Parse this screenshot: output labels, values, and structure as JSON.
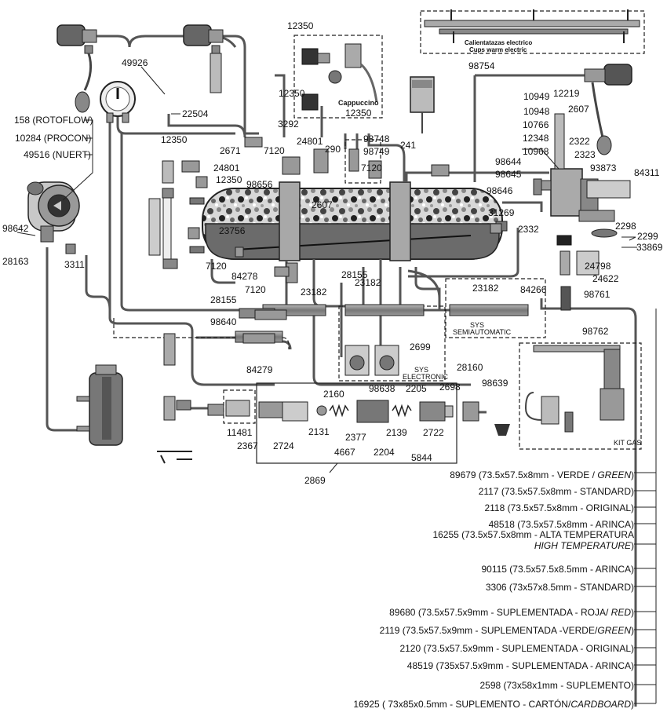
{
  "labels": {
    "p12350a": "12350",
    "p49926": "49926",
    "p22504": "22504",
    "p158": "158 (ROTOFLOW)",
    "p10284": "10284 (PROCON)",
    "p49516": "49516 (NUERT)",
    "p12350b": "12350",
    "p24801a": "24801",
    "p12350c": "12350",
    "p98642": "98642",
    "p28163": "28163",
    "p3311": "3311",
    "p23756": "23756",
    "p7120a": "7120",
    "p84278": "84278",
    "p7120b": "7120",
    "p28155a": "28155",
    "p98640": "98640",
    "p28155b": "28155",
    "p23182a": "23182",
    "p23182b": "23182",
    "p23182c": "23182",
    "p2671": "2671",
    "p7120c": "7120",
    "p24801b": "24801",
    "p3292": "3292",
    "p98656": "98656",
    "p2607a": "2607",
    "p290": "290",
    "p98748": "98748",
    "p98749": "98749",
    "p241": "241",
    "p7120d": "7120",
    "p12350d": "12350",
    "p12350e": "12350",
    "p98754": "98754",
    "p10949": "10949",
    "p12219": "12219",
    "p10948": "10948",
    "p2607b": "2607",
    "p10766": "10766",
    "p12348": "12348",
    "p2322": "2322",
    "p10968": "10968",
    "p2323": "2323",
    "p98644": "98644",
    "p98645": "98645",
    "p93873": "93873",
    "p84311": "84311",
    "p98646": "98646",
    "p31269": "31269",
    "p2332": "2332",
    "p2298": "2298",
    "p2299": "2299",
    "p33869": "33869",
    "p24798": "24798",
    "p24622": "24622",
    "p84266": "84266",
    "p98761": "98761",
    "p98762": "98762",
    "p2699": "2699",
    "p84279": "84279",
    "p2160": "2160",
    "p98638": "98638",
    "p2205": "2205",
    "p2698": "2698",
    "p28160": "28160",
    "p98639": "98639",
    "p11481": "11481",
    "p2367": "2367",
    "p2724": "2724",
    "p2131": "2131",
    "p2377": "2377",
    "p2139": "2139",
    "p2722": "2722",
    "p4667": "4667",
    "p2204": "2204",
    "p5844": "5844",
    "p2869": "2869"
  },
  "boxes": {
    "cappuccino": "Cappuccino",
    "cups_es": "Calientatazas electrico",
    "cups_en": "Cups warm electric",
    "sys_semi_1": "SYS",
    "sys_semi_2": "SEMIAUTOMATIC",
    "sys_elec_1": "SYS",
    "sys_elec_2": "ELECTRONIC",
    "kit_gas": "KIT GAS"
  },
  "legend": [
    {
      "text": "89679 (73.5x57.5x8mm - VERDE / ",
      "italic": "GREEN",
      "tail": ")"
    },
    {
      "text": "2117 (73.5x57.5x8mm - STANDARD)",
      "italic": "",
      "tail": ""
    },
    {
      "text": "2118 (73.5x57.5x8mm - ORIGINAL)",
      "italic": "",
      "tail": ""
    },
    {
      "text": "48518 (73.5x57.5x8mm - ARINCA)",
      "italic": "",
      "tail": ""
    },
    {
      "text": "16255 (73.5x57.5x8mm - ALTA TEMPERATURA",
      "italic": "",
      "tail": ""
    },
    {
      "text": "",
      "italic": "HIGH TEMPERATURE",
      "tail": ")"
    },
    {
      "text": "90115 (73.5x57.5x8.5mm - ARINCA)",
      "italic": "",
      "tail": ""
    },
    {
      "text": "3306 (73x57x8.5mm - STANDARD)",
      "italic": "",
      "tail": ""
    },
    {
      "text": "89680 (73.5x57.5x9mm - SUPLEMENTADA - ROJA/ ",
      "italic": "RED",
      "tail": ")"
    },
    {
      "text": "2119 (73.5x57.5x9mm - SUPLEMENTADA -VERDE/",
      "italic": "GREEN",
      "tail": ")"
    },
    {
      "text": "2120 (73.5x57.5x9mm - SUPLEMENTADA - ORIGINAL)",
      "italic": "",
      "tail": ""
    },
    {
      "text": "48519 (735x57.5x9mm - SUPLEMENTADA - ARINCA)",
      "italic": "",
      "tail": ""
    },
    {
      "text": "2598 (73x58x1mm - SUPLEMENTO)",
      "italic": "",
      "tail": ""
    },
    {
      "text": "16925 ( 73x85x0.5mm - SUPLEMENTO - CARTÓN/",
      "italic": "CARDBOARD",
      "tail": ")"
    }
  ]
}
